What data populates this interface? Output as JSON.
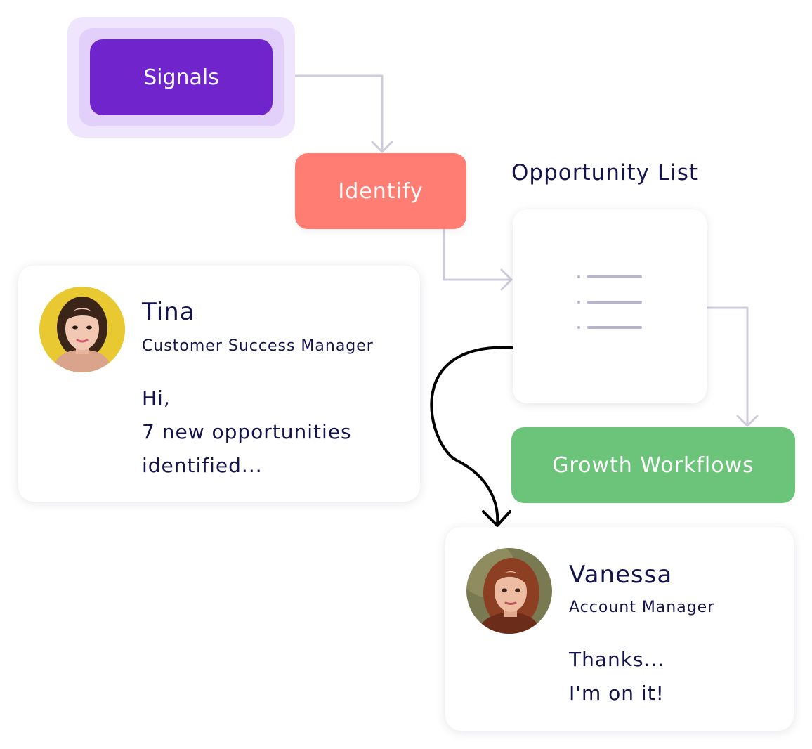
{
  "nodes": {
    "signals": "Signals",
    "identify": "Identify",
    "opportunity_list_title": "Opportunity List",
    "growth_workflows": "Growth Workflows"
  },
  "messages": {
    "tina": {
      "name": "Tina",
      "role": "Customer Success Manager",
      "lines": [
        "Hi,",
        "7 new opportunities",
        "identified..."
      ]
    },
    "vanessa": {
      "name": "Vanessa",
      "role": "Account Manager",
      "lines": [
        "Thanks...",
        "I'm on it!"
      ]
    }
  },
  "colors": {
    "signals": "#7024cc",
    "identify": "#ff7d72",
    "growth": "#6cc47a",
    "connector": "#cfcbdc",
    "text": "#14134a"
  },
  "icons": {
    "opportunity_list": "list-icon",
    "handoff_arrow": "curved-arrow-icon"
  }
}
